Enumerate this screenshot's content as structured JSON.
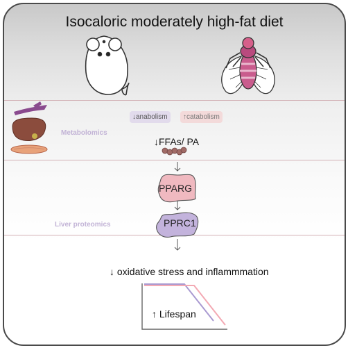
{
  "title": "Isocaloric moderately high-fat diet",
  "labels": {
    "anabolism": "↓anabolism",
    "catabolism": "↑catabolism",
    "metabolomics": "Metabolomics",
    "liver_proteomics": "Liver proteomics",
    "ffas": "↓FFAs/ PA",
    "pparg": "PPARG",
    "pprc1": "PPRC1",
    "oxidative": "↓ oxidative stress and inflammmation",
    "lifespan": "↑ Lifespan"
  },
  "colors": {
    "anabolism_bg": "#e2dbec",
    "catabolism_bg": "#f3dada",
    "pparg_fill": "#f0b9c0",
    "pprc1_fill": "#c3b3dc",
    "curve_purple": "#a99ad1",
    "curve_pink": "#f3a9b3",
    "divider": "#d2b0b4"
  },
  "icons": [
    "mouse-icon",
    "fly-icon",
    "blood-vessel-icon",
    "liver-icon",
    "muscle-icon",
    "fatty-acid-chain-icon"
  ]
}
